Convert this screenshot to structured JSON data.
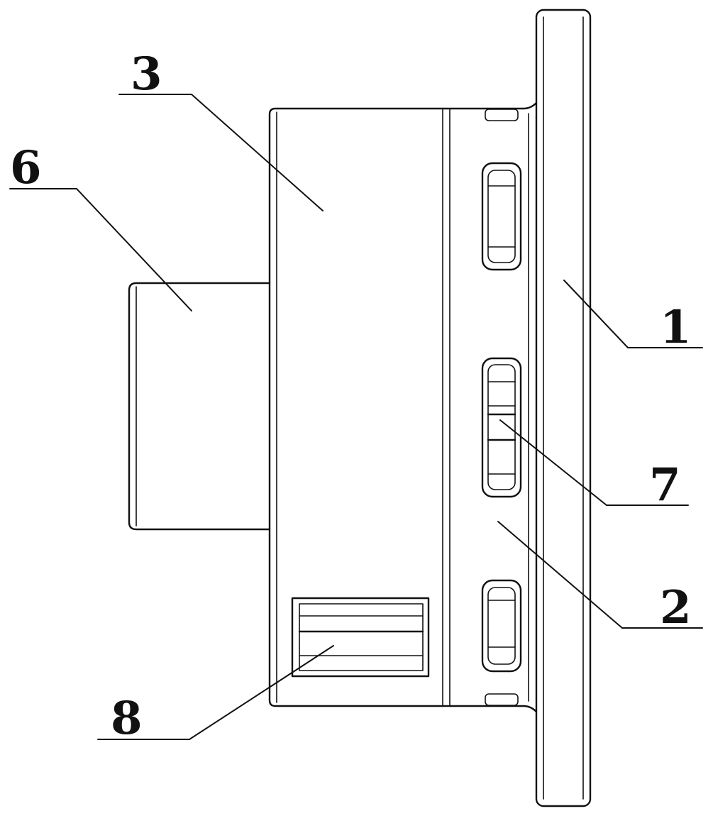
{
  "labels": {
    "l1": "1",
    "l2": "2",
    "l3": "3",
    "l6": "6",
    "l7": "7",
    "l8": "8"
  },
  "colors": {
    "stroke": "#111111",
    "background": "#ffffff"
  }
}
